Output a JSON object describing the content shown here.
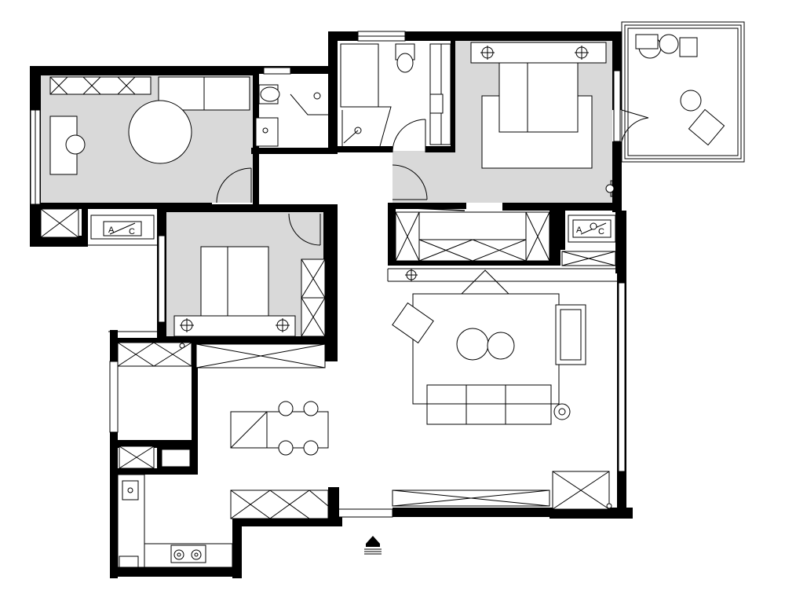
{
  "ac_units": [
    {
      "left": "A",
      "right": "C"
    },
    {
      "left": "A",
      "right": "C"
    }
  ],
  "entrance_marker": "north-arrow-entrance",
  "colors": {
    "wall": "#000000",
    "floor_gray": "#d9d9d9",
    "background": "#ffffff"
  }
}
